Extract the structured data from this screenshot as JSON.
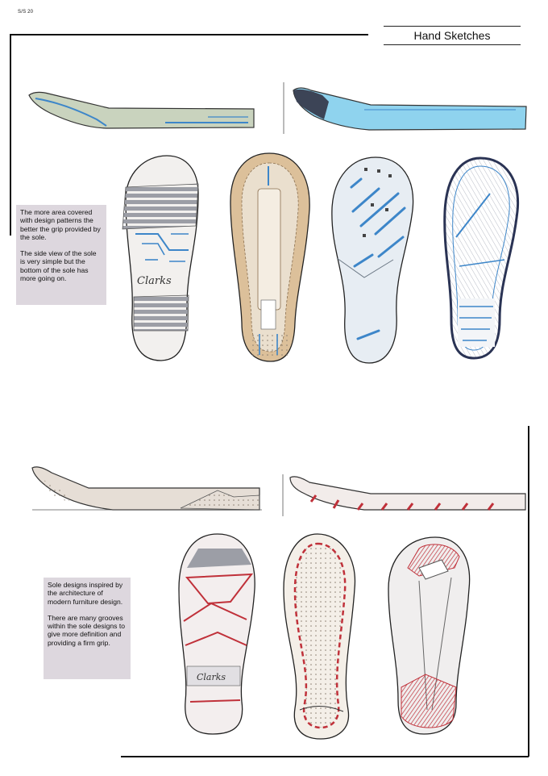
{
  "header": {
    "season": "S/S 20",
    "title": "Hand Sketches"
  },
  "notes": {
    "top": {
      "p1": "The more area covered with design patterns the better the grip provided by the sole.",
      "p2": "The side view of the sole is very simple but the bottom of the sole has more going on."
    },
    "bottom": {
      "p1": "Sole designs inspired by the architecture of modern furniture design.",
      "p2": "There are many grooves within the sole designs to give more definition and providing a firm grip."
    }
  },
  "brand": {
    "logo_text": "Clarks"
  },
  "colors": {
    "accent_blue": "#3d86c9",
    "light_blue": "#8fd3ee",
    "sketch_red": "#c0313a",
    "sage": "#c9d3be",
    "tan": "#dcc09a",
    "note_bg": "#ddd7de"
  }
}
